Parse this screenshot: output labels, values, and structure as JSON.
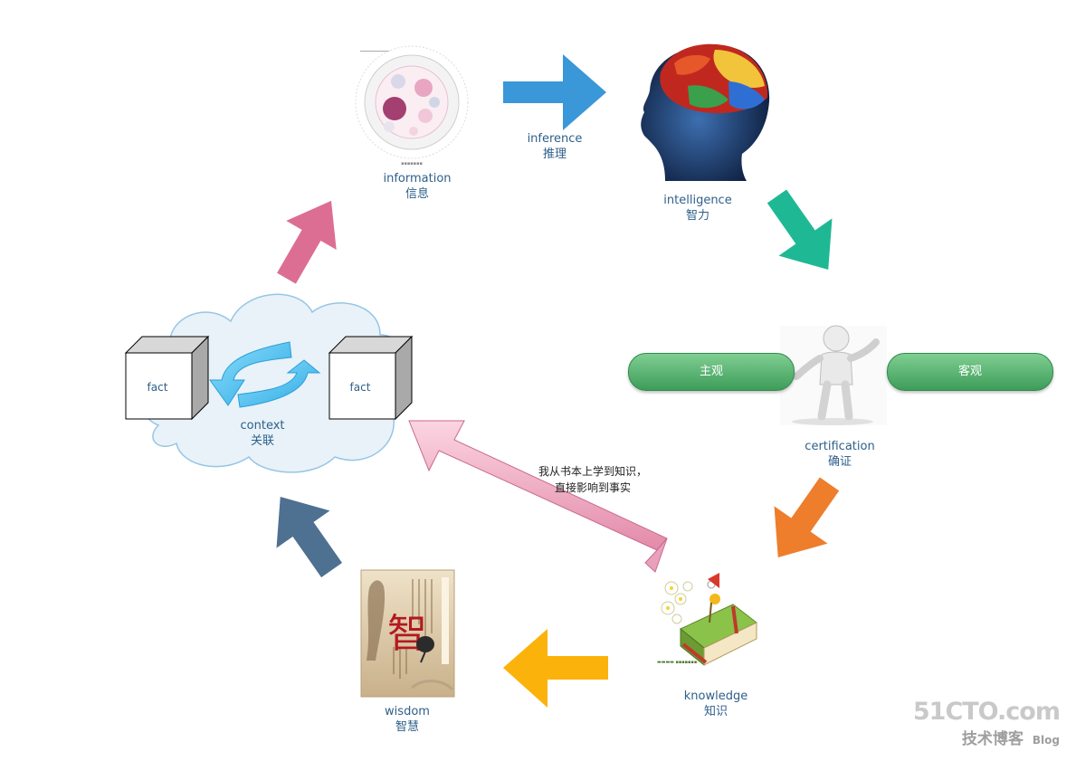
{
  "nodes": {
    "information": {
      "en": "information",
      "zh": "信息"
    },
    "inference": {
      "en": "inference",
      "zh": "推理"
    },
    "intelligence": {
      "en": "intelligence",
      "zh": "智力"
    },
    "certification": {
      "en": "certification",
      "zh": "确证"
    },
    "knowledge": {
      "en": "knowledge",
      "zh": "知识"
    },
    "wisdom": {
      "en": "wisdom",
      "zh": "智慧"
    },
    "context": {
      "en": "context",
      "zh": "关联"
    }
  },
  "facts": [
    "fact",
    "fact"
  ],
  "pills": {
    "subjective": "主观",
    "objective": "客观"
  },
  "note": {
    "line1": "我从书本上学到知识，",
    "line2": "直接影响到事实"
  },
  "book_char": "智",
  "watermark": {
    "site": "51CTO.com",
    "sub": "技术博客",
    "blog": "Blog"
  },
  "colors": {
    "arrow_inference": "#3a97d8",
    "arrow_intelligence_down": "#1fb894",
    "arrow_certification_down": "#ee7d2c",
    "arrow_knowledge_left": "#fbb20b",
    "arrow_wisdom_up": "#4e7091",
    "arrow_context_up": "#dd6e93",
    "arrow_long_pink": "#f0b3c6",
    "label_text": "#2e5f8a",
    "pill_green": "#4caa66",
    "cloud_fill": "#e8f2f8"
  }
}
